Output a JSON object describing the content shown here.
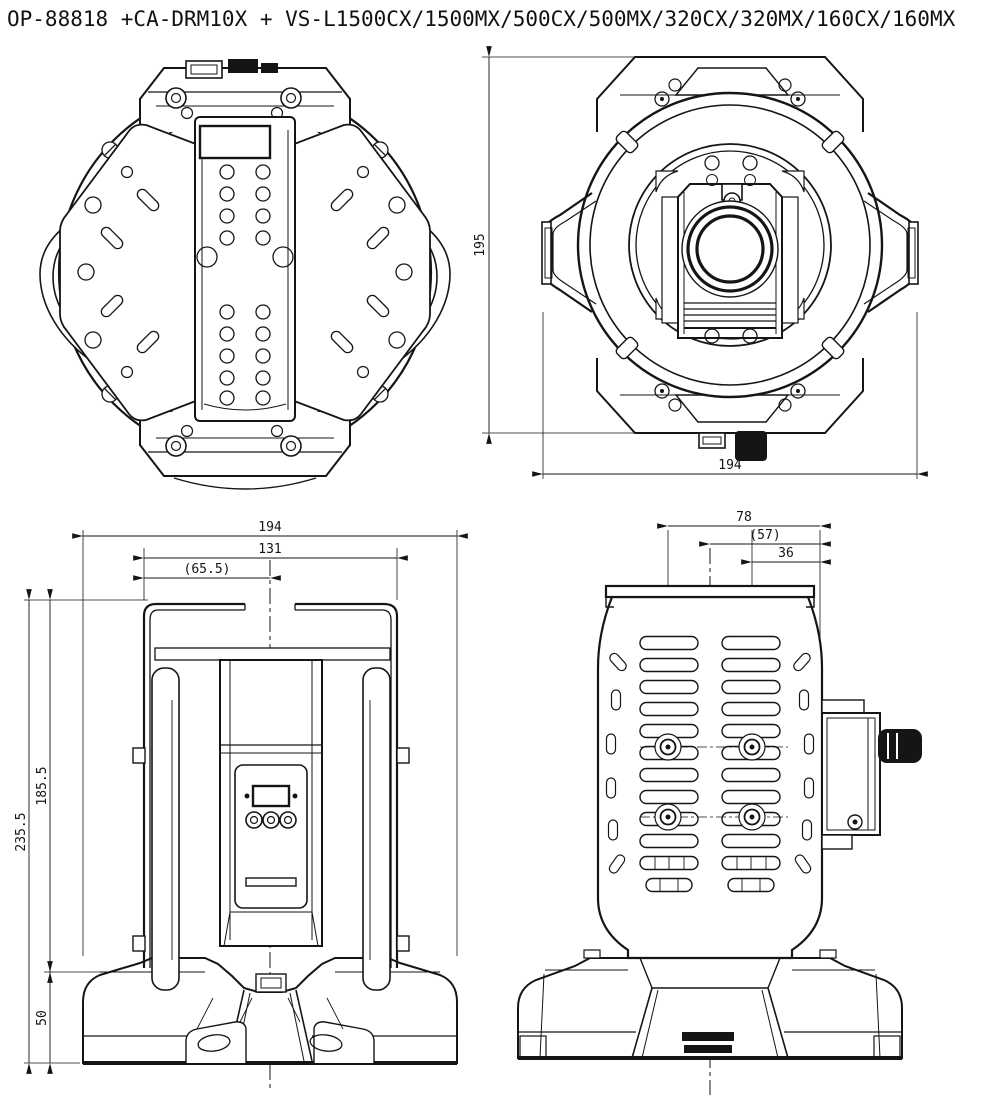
{
  "title": "OP-88818 +CA-DRM10X + VS-L1500CX/1500MX/500CX/500MX/320CX/320MX/160CX/160MX",
  "views": {
    "bottom_ring": {
      "dim_height_mm": "195",
      "dim_width_mm": "194"
    },
    "front": {
      "dim_width_outer": "194",
      "dim_width_bracket": "131",
      "dim_width_half": "(65.5)",
      "dim_height_total": "235.5",
      "dim_height_body": "185.5",
      "dim_height_base": "50"
    },
    "side": {
      "dim_pitch_outer": "78",
      "dim_center_offset": "(57)",
      "dim_pitch_inner": "36"
    }
  }
}
